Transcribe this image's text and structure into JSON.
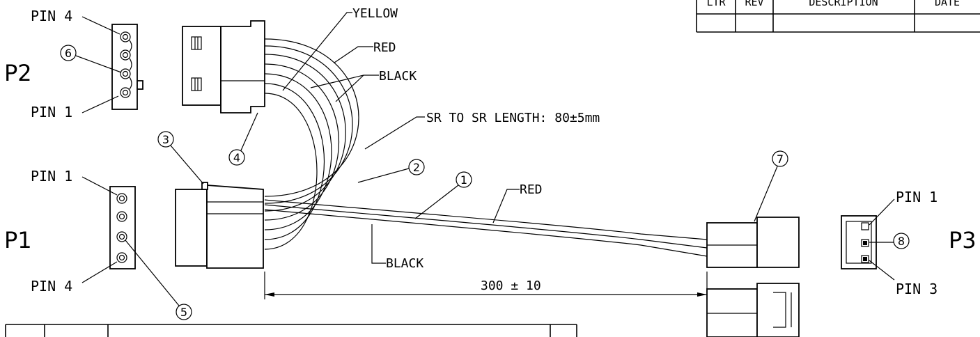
{
  "connectors": {
    "p1": "P1",
    "p2": "P2",
    "p3": "P3"
  },
  "pins": {
    "p2_pin4": "PIN 4",
    "p2_pin1": "PIN 1",
    "p1_pin1": "PIN 1",
    "p1_pin4": "PIN 4",
    "p3_pin1": "PIN 1",
    "p3_pin3": "PIN 3"
  },
  "wires": {
    "yellow": "YELLOW",
    "red_top": "RED",
    "black_top": "BLACK",
    "red_bottom": "RED",
    "black_bottom": "BLACK"
  },
  "notes": {
    "loop_length": "SR TO SR LENGTH: 80±5mm",
    "cable_length": "300 ± 10"
  },
  "callouts": {
    "c1": "1",
    "c2": "2",
    "c3": "3",
    "c4": "4",
    "c5": "5",
    "c6": "6",
    "c7": "7",
    "c8": "8"
  },
  "revision_table": {
    "headers": [
      "LTR",
      "REV",
      "DESCRIPTION",
      "DATE"
    ]
  }
}
